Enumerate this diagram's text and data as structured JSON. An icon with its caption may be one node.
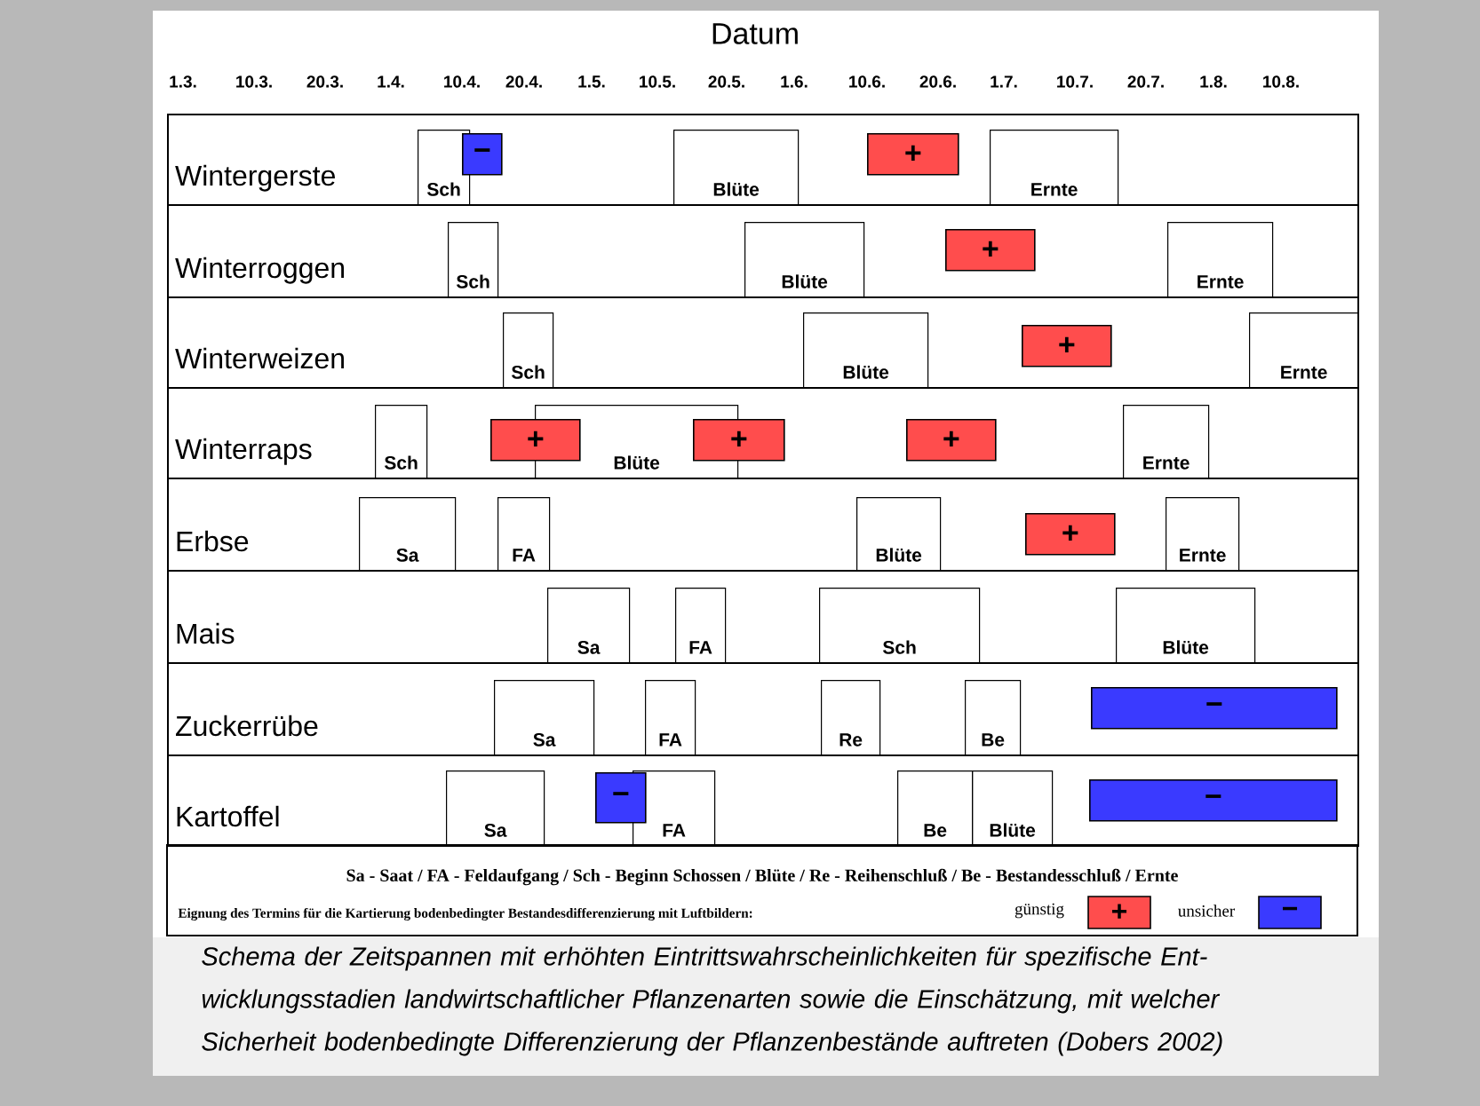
{
  "diagram": {
    "title": "Datum",
    "caption": "Schema der Zeitspannen mit erhöhten Eintrittswahrscheinlichkeiten für spezifische Ent-wicklungsstadien landwirtschaftlicher Pflanzenarten sowie die Einschätzung, mit welcher Sicherheit bodenbedingte Differenzierung der Pflanzenbestände auftreten (Dobers 2002)",
    "nodes": [
      {
        "text": [
          "Wintergerste"
        ]
      },
      {
        "text": [
          "Sch"
        ],
        "in": 0
      },
      {
        "text": [
          "−"
        ],
        "in": 0
      },
      {
        "text": [
          "Blüte"
        ],
        "in": 0
      },
      {
        "text": [
          "+"
        ],
        "in": 0
      },
      {
        "text": [
          "Ernte"
        ],
        "in": 0
      },
      {
        "text": [
          "Winterroggen"
        ]
      },
      {
        "text": [
          "Sch"
        ],
        "in": 6
      },
      {
        "text": [
          "Blüte"
        ],
        "in": 6
      },
      {
        "text": [
          "+"
        ],
        "in": 6
      },
      {
        "text": [
          "Ernte"
        ],
        "in": 6
      },
      {
        "text": [
          "Winterweizen"
        ]
      },
      {
        "text": [
          "Sch"
        ],
        "in": 11
      },
      {
        "text": [
          "Blüte"
        ],
        "in": 11
      },
      {
        "text": [
          "+"
        ],
        "in": 11
      },
      {
        "text": [
          "Ernte"
        ],
        "in": 11
      },
      {
        "text": [
          "Winterraps"
        ]
      },
      {
        "text": [
          "Sch"
        ],
        "in": 16
      },
      {
        "text": [
          "+"
        ],
        "in": 16
      },
      {
        "text": [
          "Blüte"
        ],
        "in": 16
      },
      {
        "text": [
          "+"
        ],
        "in": 16
      },
      {
        "text": [
          "+"
        ],
        "in": 16
      },
      {
        "text": [
          "Ernte"
        ],
        "in": 16
      },
      {
        "text": [
          "Erbse"
        ]
      },
      {
        "text": [
          "Sa"
        ],
        "in": 23
      },
      {
        "text": [
          "FA"
        ],
        "in": 23
      },
      {
        "text": [
          "Blüte"
        ],
        "in": 23
      },
      {
        "text": [
          "+"
        ],
        "in": 23
      },
      {
        "text": [
          "Ernte"
        ],
        "in": 23
      },
      {
        "text": [
          "Mais"
        ]
      },
      {
        "text": [
          "Sa"
        ],
        "in": 29
      },
      {
        "text": [
          "FA"
        ],
        "in": 29
      },
      {
        "text": [
          "Sch"
        ],
        "in": 29
      },
      {
        "text": [
          "Blüte"
        ],
        "in": 29
      },
      {
        "text": [
          "Zuckerrübe"
        ]
      },
      {
        "text": [
          "Sa"
        ],
        "in": 34
      },
      {
        "text": [
          "FA"
        ],
        "in": 34
      },
      {
        "text": [
          "Re"
        ],
        "in": 34
      },
      {
        "text": [
          "Be"
        ],
        "in": 34
      },
      {
        "text": [
          "−"
        ],
        "in": 34
      },
      {
        "text": [
          "Kartoffel"
        ]
      },
      {
        "text": [
          "Sa"
        ],
        "in": 40
      },
      {
        "text": [
          "−"
        ],
        "in": 40
      },
      {
        "text": [
          "FA"
        ],
        "in": 40
      },
      {
        "text": [
          "Be"
        ],
        "in": 40
      },
      {
        "text": [
          "Blüte"
        ],
        "in": 40
      },
      {
        "text": [
          "−"
        ],
        "in": 40
      }
    ],
    "labels": [
      "1.3.",
      "10.3.",
      "20.3.",
      "1.4.",
      "10.4.",
      "20.4.",
      "1.5.",
      "10.5.",
      "20.5.",
      "1.6.",
      "10.6.",
      "20.6.",
      "1.7.",
      "10.7.",
      "20.7.",
      "1.8.",
      "10.8.",
      "Sa - Saat / FA - Feldaufgang / Sch - Beginn Schossen / Blüte / Re - Reihenschluß / Be - Bestandesschluß / Ernte",
      "Eignung des Termins für die Kartierung bodenbedingter Bestandesdifferenzierung mit Luftbildern:",
      "+",
      "−"
    ],
    "legend": [
      {
        "text": "günstig",
        "color": "#ff4d4d"
      },
      {
        "text": "unsicher",
        "color": "#3a3aff"
      }
    ]
  }
}
